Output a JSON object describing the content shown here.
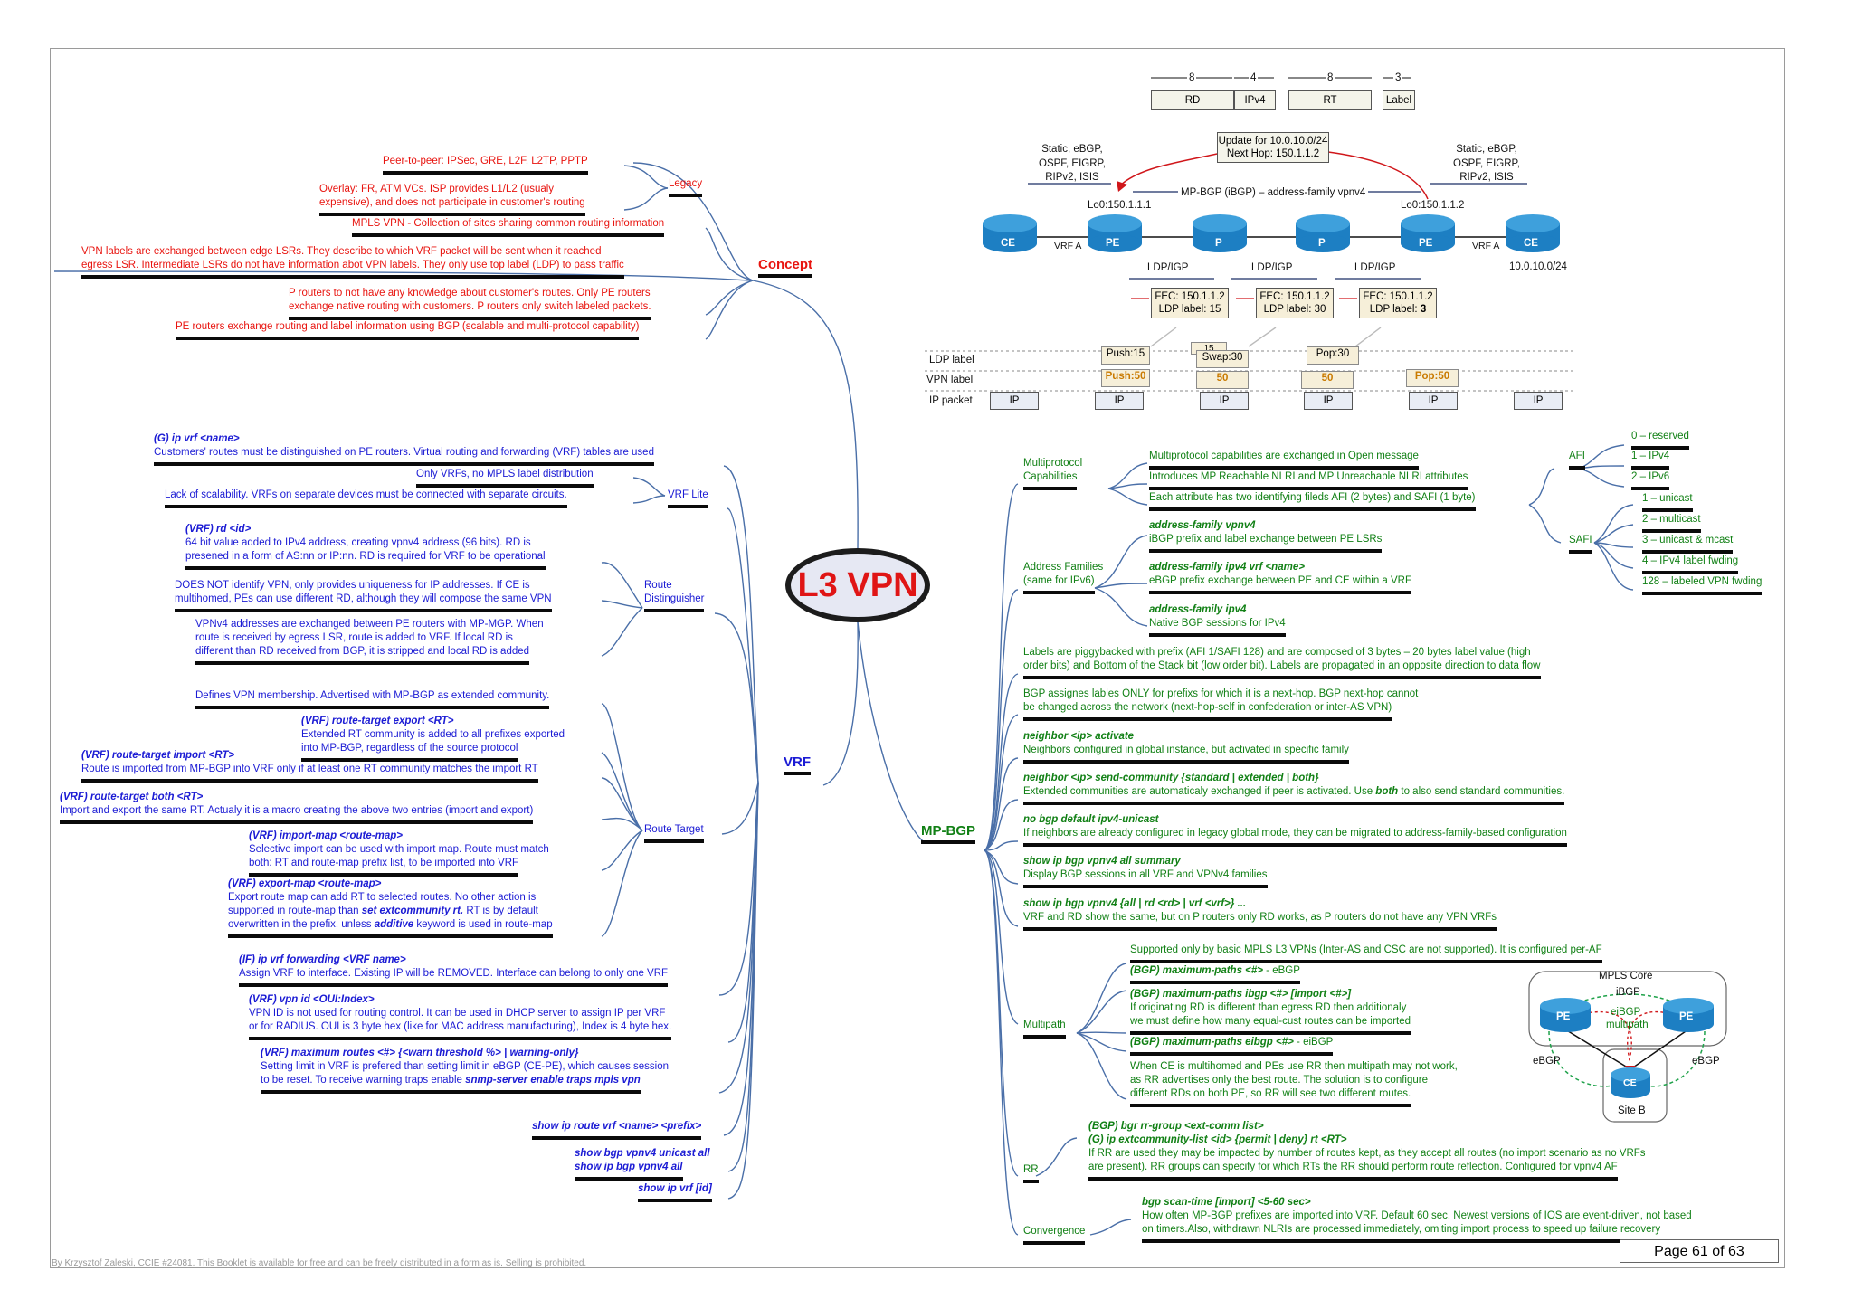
{
  "center_title": "L3 VPN",
  "footer": "By Krzysztof Zaleski, CCIE #24081. This Booklet is available for free and can be freely distributed in a form as is. Selling is prohibited.",
  "page": "Page 61 of 63",
  "concept": {
    "header": "Concept",
    "legacy_label": "Legacy",
    "legacy_1": "Peer-to-peer: IPSec, GRE, L2F, L2TP, PPTP",
    "legacy_2a": "Overlay: FR, ATM VCs. ISP provides L1/L2 (usualy",
    "legacy_2b": "expensive), and does not participate in customer's routing",
    "mpls_vpn": "MPLS VPN - Collection of sites sharing common routing information",
    "labels_a": "VPN labels are exchanged between edge LSRs. They describe to which VRF packet will be sent when it reached",
    "labels_b": "egress LSR. Intermediate LSRs do not have information abot VPN labels. They only use top label (LDP) to pass traffic",
    "prouters_a": "P routers to not have any knowledge about customer's routes. Only PE routers",
    "prouters_b": "exchange native routing with customers. P routers only switch labeled packets.",
    "pe_bgp": "PE routers exchange routing and label information using BGP (scalable and multi-protocol capability)"
  },
  "vrf": {
    "header": "VRF",
    "ipvrf_cmd": "(G) ip vrf <name>",
    "ipvrf_desc": "Customers' routes must be distinguished on PE routers. Virtual routing and forwarding (VRF) tables are used",
    "lite_label": "VRF Lite",
    "lite_1": "Only VRFs, no MPLS label distribution",
    "lite_2": "Lack of scalability. VRFs on separate devices must be connected with separate circuits.",
    "rd_label_a": "Route",
    "rd_label_b": "Distinguisher",
    "rd_cmd": "(VRF) rd <id>",
    "rd_1a": "64 bit value added to IPv4 address, creating vpnv4 address (96 bits). RD is",
    "rd_1b": "presened in a form of AS:nn or IP:nn. RD is required for VRF to be operational",
    "rd_2a": "DOES NOT identify VPN, only provides uniqueness for IP addresses. If CE is",
    "rd_2b": "multihomed, PEs can use different RD, although they will compose the same VPN",
    "rd_3a": "VPNv4 addresses are exchanged between PE routers with MP-MGP. When",
    "rd_3b": "route is received by egress LSR, route is added to VRF. If local RD is",
    "rd_3c": "different than RD received from BGP, it is stripped and local RD is added",
    "rt_label": "Route Target",
    "rt_0": "Defines VPN membership. Advertised with MP-BGP as extended community.",
    "rt_exp_cmd": "(VRF) route-target export <RT>",
    "rt_exp_a": "Extended RT community is added to all prefixes exported",
    "rt_exp_b": "into MP-BGP, regardless of the source protocol",
    "rt_imp_cmd": "(VRF) route-target import <RT>",
    "rt_imp": "Route is imported from MP-BGP into VRF only if at least one RT community matches the import RT",
    "rt_both_cmd": "(VRF) route-target both <RT>",
    "rt_both": "Import and export the same RT. Actualy it is a macro creating the above two entries (import and export)",
    "imap_cmd": "(VRF) import-map <route-map>",
    "imap_a": "Selective import can be used with import map. Route must match",
    "imap_b": "both: RT and route-map prefix list, to be imported into VRF",
    "emap_cmd": "(VRF) export-map <route-map>",
    "emap_a": "Export route map can add RT to selected routes. No other action is",
    "emap_b1": "supported in route-map than ",
    "emap_b2": "set extcommunity rt.",
    "emap_b3": " RT is by default",
    "emap_c1": "overwritten in the prefix, unless ",
    "emap_c2": "additive",
    "emap_c3": " keyword is used in route-map",
    "fwd_cmd": "(IF) ip vrf forwarding <VRF name>",
    "fwd": "Assign VRF to interface. Existing IP will be REMOVED. Interface can belong to only one VRF",
    "vpnid_cmd": "(VRF) vpn id <OUI:Index>",
    "vpnid_a": "VPN ID is not used for routing control. It can be used in DHCP server to assign IP per VRF",
    "vpnid_b": "or for RADIUS. OUI is 3 byte hex (like for MAC address manufacturing), Index is 4 byte hex.",
    "max_cmd": "(VRF) maximum routes <#> {<warn threshold %> | warning-only}",
    "max_a": "Setting limit in VRF is prefered than setting limit in eBGP (CE-PE), which causes session",
    "max_b1": "to be reset. To receive warning traps enable ",
    "max_b2": "snmp-server enable traps mpls vpn",
    "show_1": "show ip route vrf <name> <prefix>",
    "show_2": "show bgp vpnv4 unicast all",
    "show_3": "show ip bgp vpnv4 all",
    "show_4": "show ip vrf [id]"
  },
  "mpbgp": {
    "header": "MP-BGP",
    "mp_label_a": "Multiprotocol",
    "mp_label_b": "Capabilities",
    "mp_1": "Multiprotocol capabilities are exchanged in Open message",
    "mp_2": "Introduces MP Reachable NLRI and MP Unreachable NLRI attributes",
    "mp_3": "Each attribute has two identifying fileds AFI (2 bytes) and SAFI (1 byte)",
    "afi_label": "AFI",
    "afi_values": [
      "0 – reserved",
      "1 – IPv4",
      "2 – IPv6"
    ],
    "safi_label": "SAFI",
    "safi_values": [
      "1 – unicast",
      "2 – multicast",
      "3 – unicast & mcast",
      "4 – IPv4 label fwding",
      "128 – labeled VPN fwding"
    ],
    "af_label_a": "Address Families",
    "af_label_b": "(same for IPv6)",
    "af_1_cmd": "address-family vpnv4",
    "af_1": "iBGP prefix and label exchange between PE LSRs",
    "af_2_cmd": "address-family ipv4 vrf <name>",
    "af_2": "eBGP prefix exchange between PE and CE within a VRF",
    "af_3_cmd": "address-family ipv4",
    "af_3": "Native BGP sessions for IPv4",
    "lbl_a": "Labels are piggybacked with prefix  (AFI 1/SAFI 128) and are composed of 3 bytes – 20 bytes label value (high",
    "lbl_b": "order bits) and Bottom of the Stack bit (low order bit). Labels are propagated in an opposite direction to data flow",
    "nh_a": "BGP assignes lables ONLY for prefixs for which it is a next-hop. BGP next-hop cannot",
    "nh_b": "be changed across the network (next-hop-self in confederation or inter-AS VPN)",
    "act_cmd": "neighbor <ip> activate",
    "act": "Neighbors configured in global instance, but activated in specific family",
    "sc_cmd": "neighbor <ip> send-community {standard | extended | both}",
    "sc_1": "Extended communities are automaticaly exchanged if peer is activated. Use ",
    "sc_2": "both",
    "sc_3": " to also send standard communities.",
    "nod_cmd": "no bgp default ipv4-unicast",
    "nod": "If neighbors are already configured in legacy global mode, they can be migrated to address-family-based configuration",
    "sum_cmd": "show ip bgp vpnv4 all summary",
    "sum": "Display BGP sessions in all VRF and VPNv4 families",
    "show_cmd": "show ip bgp vpnv4 {all | rd <rd> | vrf <vrf>} ...",
    "show": "VRF and RD show the same, but on P routers only RD works, as P routers do not have any VPN VRFs",
    "mpath_label": "Multipath",
    "mpath_0": "Supported only by basic MPLS L3 VPNs (Inter-AS and CSC are not supported). It is configured per-AF",
    "mpath_1_cmd": "(BGP) maximum-paths <#>",
    "mpath_1_suffix": " - eBGP",
    "mpath_2_cmd": "(BGP) maximum-paths ibgp <#> [import <#>]",
    "mpath_2a": "If originating RD is different than egress RD then additionaly",
    "mpath_2b": "we must define how many equal-cust routes can be imported",
    "mpath_3_cmd": "(BGP) maximum-paths eibgp <#>",
    "mpath_3_suffix": " - eiBGP",
    "mpath_4a": "When CE is multihomed and PEs use RR then multipath may not work,",
    "mpath_4b": "as RR advertises only the best route. The solution is to configure",
    "mpath_4c": "different RDs on both PE, so RR will see two different routes.",
    "rr_label": "RR",
    "rr_cmd1": "(BGP) bgr rr-group <ext-comm list>",
    "rr_cmd2": "(G) ip extcommunity-list <id> {permit | deny} rt <RT>",
    "rr_a": "If RR are used they may be impacted by number of routes kept, as they accept all routes (no import scenario as no VRFs",
    "rr_b": "are present). RR groups can specify for which RTs the RR should perform route reflection. Configured for vpnv4 AF",
    "conv_label": "Convergence",
    "conv_cmd": "bgp scan-time [import] <5-60 sec>",
    "conv_a": "How often MP-BGP prefixes are imported into VRF. Default 60 sec. Newest versions of IOS are event-driven, not based",
    "conv_b": "on timers.Also, withdrawn NLRIs are processed immediately, omiting import process to speed up failure recovery"
  },
  "mpls_core": {
    "title": "MPLS Core",
    "ibgp": "iBGP",
    "eibgp_a": "eiBGP",
    "eibgp_b": "multipath",
    "ebgp_left": "eBGP",
    "ebgp_right": "eBGP",
    "pe_left": "PE",
    "pe_right": "PE",
    "ce": "CE",
    "site": "Site B"
  },
  "topology": {
    "hdr_rd": "RD",
    "hdr_ipv4": "IPv4",
    "hdr_rt": "RT",
    "hdr_label": "Label",
    "len_8a": "8",
    "len_4": "4",
    "len_8b": "8",
    "len_3": "3",
    "update_a": "Update for 10.0.10.0/24",
    "update_b": "Next Hop: 150.1.1.2",
    "left_proto_a": "Static, eBGP,",
    "left_proto_b": "OSPF, EIGRP,",
    "left_proto_c": "RIPv2, ISIS",
    "right_proto_a": "Static, eBGP,",
    "right_proto_b": "OSPF, EIGRP,",
    "right_proto_c": "RIPv2, ISIS",
    "mpbgp_session": "MP-BGP (iBGP) – address-family vpnv4",
    "lo_left": "Lo0:150.1.1.1",
    "lo_right": "Lo0:150.1.1.2",
    "routers": [
      "CE",
      "PE",
      "P",
      "P",
      "PE",
      "CE"
    ],
    "vrf_a_left": "VRF A",
    "vrf_a_right": "VRF A",
    "net": "10.0.10.0/24",
    "ldp_1": "LDP/IGP",
    "ldp_2": "LDP/IGP",
    "ldp_3": "LDP/IGP",
    "fec_1a": "FEC: 150.1.1.2",
    "fec_1b": "LDP label: 15",
    "fec_2a": "FEC: 150.1.1.2",
    "fec_2b": "LDP label: 30",
    "fec_3a": "FEC: 150.1.1.2",
    "fec_3b": "LDP label: ",
    "fec_3c": "3",
    "row_ldp": "LDP label",
    "row_vpn": "VPN label",
    "row_ip": "IP packet",
    "push15": "Push:15",
    "swap_hidden": "15",
    "swap30": "Swap:30",
    "pop30": "Pop:30",
    "push50": "Push:50",
    "v50a": "50",
    "v50b": "50",
    "pop50": "Pop:50",
    "ip": [
      "IP",
      "IP",
      "IP",
      "IP",
      "IP",
      "IP"
    ]
  },
  "colors": {
    "concept_text": "#e8140f",
    "vrf_text": "#1b1bd4",
    "mpbgp_text": "#118015",
    "branch_line": "#4a6fa8",
    "router_fill": "#1d7fc3"
  }
}
